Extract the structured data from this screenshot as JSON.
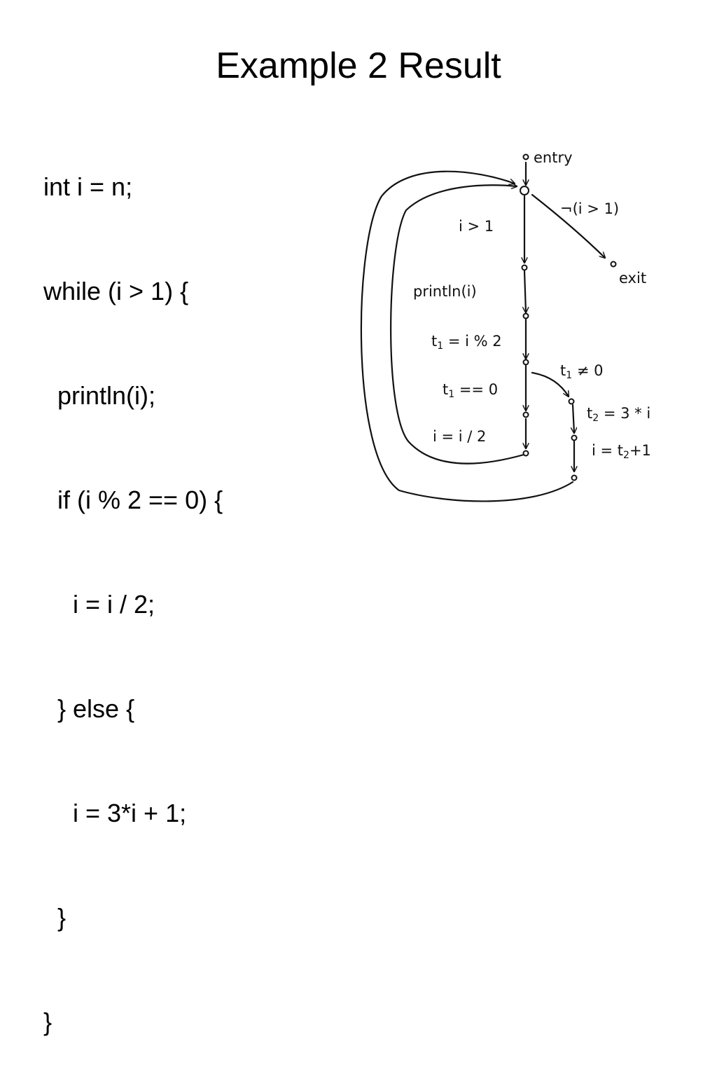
{
  "title": "Example 2 Result",
  "code": [
    "int i = n;",
    "while (i > 1) {",
    "println(i);",
    "if (i % 2 == 0) {",
    "i = i / 2;",
    "} else {",
    "i = 3*i + 1;",
    "}",
    "}"
  ],
  "cfg": {
    "entry": "entry",
    "exit": "exit",
    "not_cond": "¬(i > 1)",
    "cond": "i > 1",
    "println": "println(i)",
    "t1_name": "t",
    "t1_sub": "1",
    "t1_assign_rhs": " = i % 2",
    "t1_eq_rhs": " == 0",
    "t1_neq_rhs": " ≠ 0",
    "halve": "i = i / 2",
    "t2_name": "t",
    "t2_sub": "2",
    "t2_assign_rhs": " = 3 * i",
    "i_assign_lhs": "i = t",
    "i_assign_rhs": "+1"
  }
}
